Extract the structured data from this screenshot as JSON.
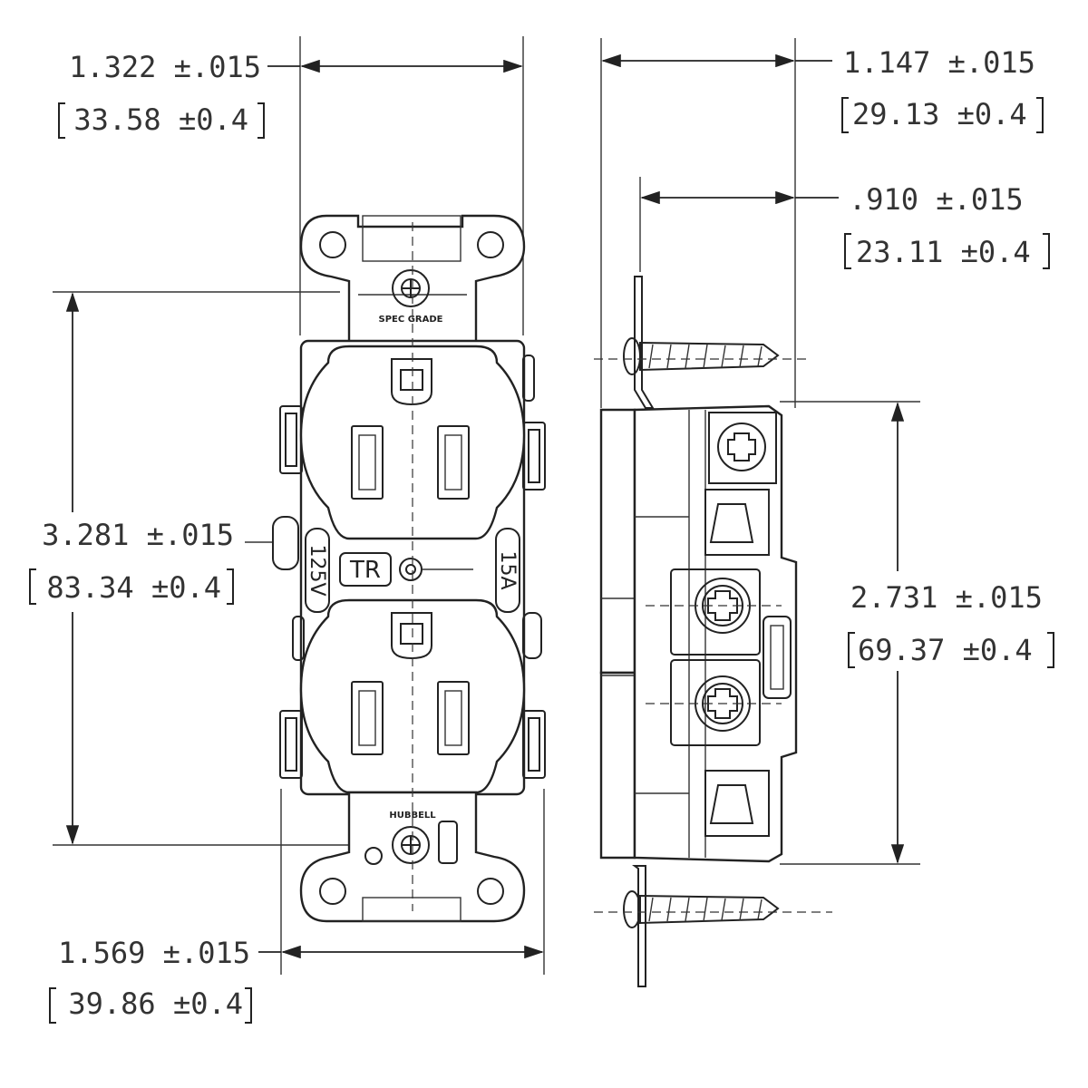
{
  "dimensions": {
    "top_width": {
      "imperial": "1.322 ±.015",
      "metric": "33.58 ±0.4"
    },
    "height": {
      "imperial": "3.281 ±.015",
      "metric": "83.34 ±0.4"
    },
    "bottom_width": {
      "imperial": "1.569 ±.015",
      "metric": "39.86 ±0.4"
    },
    "side_depth": {
      "imperial": "1.147 ±.015",
      "metric": "29.13 ±0.4"
    },
    "side_body_depth": {
      "imperial": ".910 ±.015",
      "metric": "23.11 ±0.4"
    },
    "side_height": {
      "imperial": "2.731 ±.015",
      "metric": "69.37 ±0.4"
    }
  },
  "front_view": {
    "tr_mark": "TR",
    "voltage": "125V",
    "amperage": "15A",
    "top_strap_text": "SPEC GRADE",
    "bottom_strap_text": "HUBBELL"
  }
}
